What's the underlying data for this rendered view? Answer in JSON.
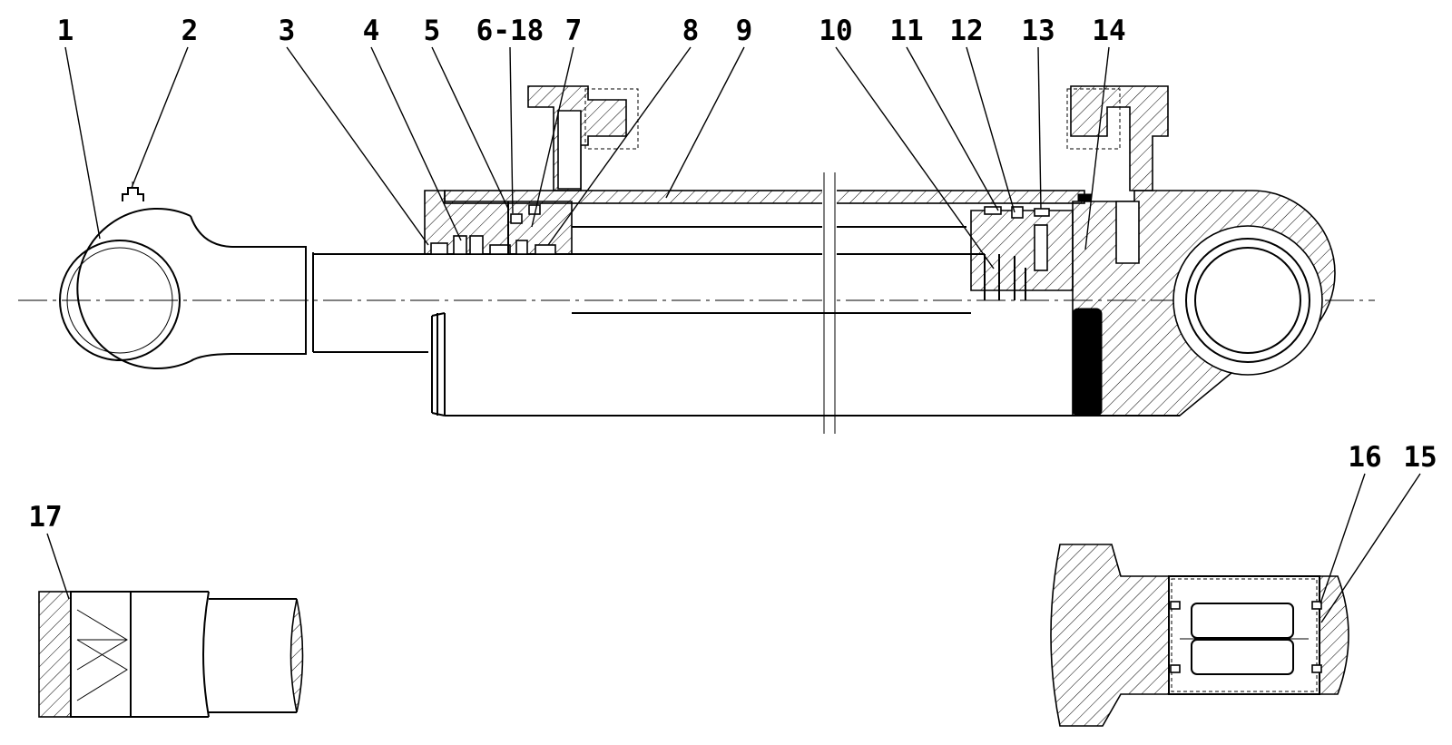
{
  "part_labels": {
    "p1": "1",
    "p2": "2",
    "p3": "3",
    "p4": "4",
    "p5": "5",
    "p6_18": "6-18",
    "p7": "7",
    "p8": "8",
    "p9": "9",
    "p10": "10",
    "p11": "11",
    "p12": "12",
    "p13": "13",
    "p14": "14",
    "p15": "15",
    "p16": "16",
    "p17": "17"
  },
  "colors": {
    "line": "#000000",
    "background": "#ffffff"
  }
}
